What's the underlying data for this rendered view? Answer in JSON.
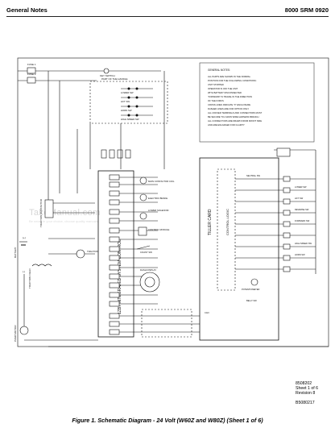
{
  "header": {
    "left": "General Notes",
    "right": "8000 SRM 0920"
  },
  "watermark": {
    "text": "TakeManual.com",
    "sub": "Be smart in your choice, choose quality manuals."
  },
  "notes": {
    "title": "GENERAL NOTES:",
    "lines": [
      "ALL PARTS ARE SHOWN IN THE NORMAL",
      "POSITION FOR THE FOLLOWING CONDITIONS:",
      "UNIT STOPPED",
      "OPERATOR IS OFF THE UNIT",
      "WITH BATTERY DISCONNECTED",
      "\"FORWARD\" IS TRAVEL IN THE DIRECTION",
      "OF THE FORKS",
      "CROSS LINES INDICATE \"X\" ENCLOSURE",
      "DASHED LINES ARE FOR OPTION ONLY",
      "ALL UNUSED TERMINALS AND CONNECTORS MUST",
      "BE SECURE TO A WAIN WIRE HARNESS BRANCH",
      "ALL CONNECTORS ARE DRAWN FROM FRONT SIDE",
      "AND ARE ENLARGED FOR CLARITY"
    ]
  },
  "labels": {
    "fuse1": "FUSE 1",
    "fuse2": "FUSE 2",
    "key_switch": "KEY SWITCH",
    "part_handle": "PART OF THE HANDLE",
    "lower_sw": "LOWER SW",
    "lift_sw": "LIFT SW",
    "horn_sw": "HORN SW",
    "high_speed_sw": "HIGH SPEED SW",
    "traction_contactor": "TRACTION CONTACTOR",
    "battery": "BATTERY",
    "traction_field": "TRACTION FIELD",
    "traction": "TRACTION",
    "motor": "MOTOR",
    "main_contactor": "MAIN CONTACTOR COIL",
    "electric_brake": "ELECTRIC BRAKE",
    "lower_solenoid": "LOWER SOLENOID",
    "control_module": "CONTROL MODULE",
    "coast_sw": "COAST SW",
    "dash_display": "DASH DISPLAY",
    "pump_motor": "PUMP MOTOR",
    "controller": "1ZB7 INTEGRATED SYSTEM CONTROL",
    "tiller_card": "TILLER CARD",
    "control_logic": "CONTROL LOGIC",
    "neutral_sw": "NEUTRAL SW",
    "lower_sw_r": "LOWER SW",
    "lift_sw_r": "LIFT SW",
    "reverse_sw": "REVERSE SW",
    "forward_sw": "FORWARD SW",
    "high_speed_r": "HIGH SPEED SW",
    "horn_sw_r": "HORN SW",
    "belly_sw": "BELLY SW",
    "pot": "POTENTIOMETER",
    "can": "CAN",
    "red": "RED",
    "blk": "BLK",
    "plus": "(+)",
    "minus": "(-)"
  },
  "stamp": {
    "line1": "8508202",
    "line2": "Sheet 1 of 6",
    "line3": "Revision 8",
    "code": "B5080217"
  },
  "caption": "Figure 1. Schematic Diagram - 24 Volt (W60Z and W80Z) (Sheet 1 of 6)"
}
